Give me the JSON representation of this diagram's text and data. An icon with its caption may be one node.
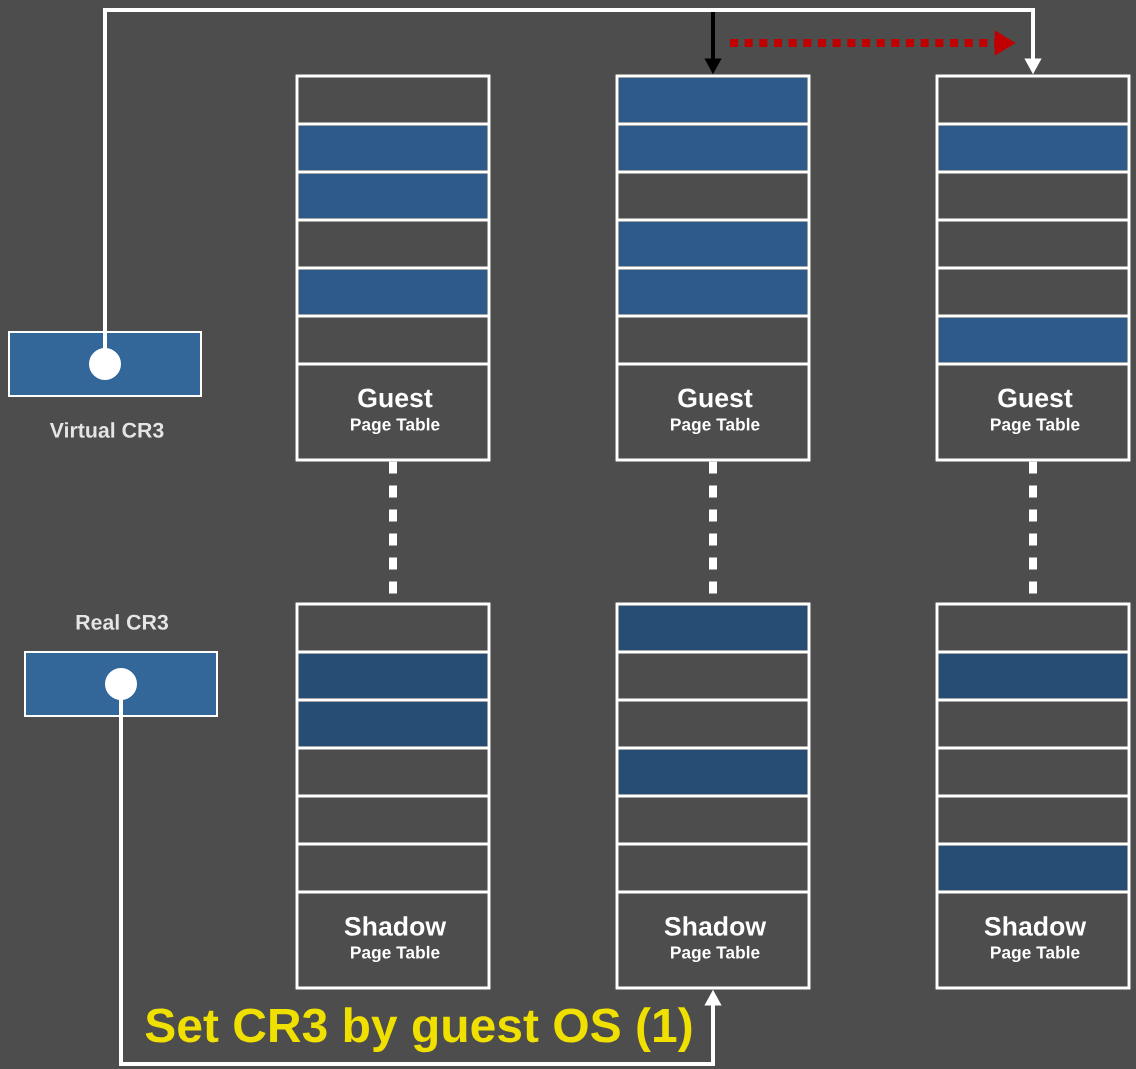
{
  "diagram": {
    "caption": "Set CR3 by guest OS (1)",
    "nodes": [
      {
        "text": [
          "Virtual CR3"
        ]
      },
      {
        "text": [
          "Real CR3"
        ]
      },
      {
        "text": [
          "Guest",
          "Page Table"
        ]
      },
      {
        "text": [
          "Guest",
          "Page Table"
        ]
      },
      {
        "text": [
          "Guest",
          "Page Table"
        ]
      },
      {
        "text": [
          "Shadow",
          "Page Table"
        ]
      },
      {
        "text": [
          "Shadow",
          "Page Table"
        ]
      },
      {
        "text": [
          "Shadow",
          "Page Table"
        ]
      }
    ],
    "edges": [
      {
        "from": 0,
        "to": 4,
        "arrow": "to"
      },
      {
        "from": null,
        "to": 3,
        "arrow": "to",
        "color": "#000000"
      },
      {
        "from": 2,
        "to": 5,
        "arrow": "none",
        "style": "dashed"
      },
      {
        "from": 3,
        "to": 6,
        "arrow": "none",
        "style": "dashed"
      },
      {
        "from": 4,
        "to": 7,
        "arrow": "none",
        "style": "dashed"
      },
      {
        "from": 1,
        "to": 6,
        "arrow": "to"
      }
    ]
  }
}
